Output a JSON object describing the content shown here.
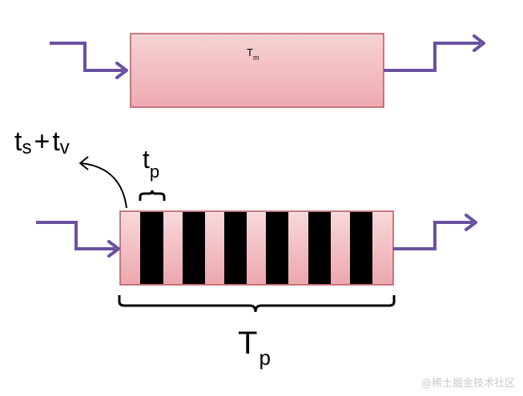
{
  "labels": {
    "tm_base": "T",
    "tm_sub": "m",
    "ts_t1": "t",
    "ts_s": "s",
    "ts_plus": "+",
    "tv_t": "t",
    "tv_v": "v",
    "tp_small_base": "t",
    "tp_small_sub": "p",
    "tp_big_base": "T",
    "tp_big_sub": "p"
  },
  "colors": {
    "arrow": "#6a51a0",
    "box_fill": "#f2b8bc",
    "box_stroke": "#b5565f",
    "stripe": "#000000",
    "bracket": "#000000"
  },
  "stripe_count": 6,
  "watermark": "@稀土掘金技术社区"
}
